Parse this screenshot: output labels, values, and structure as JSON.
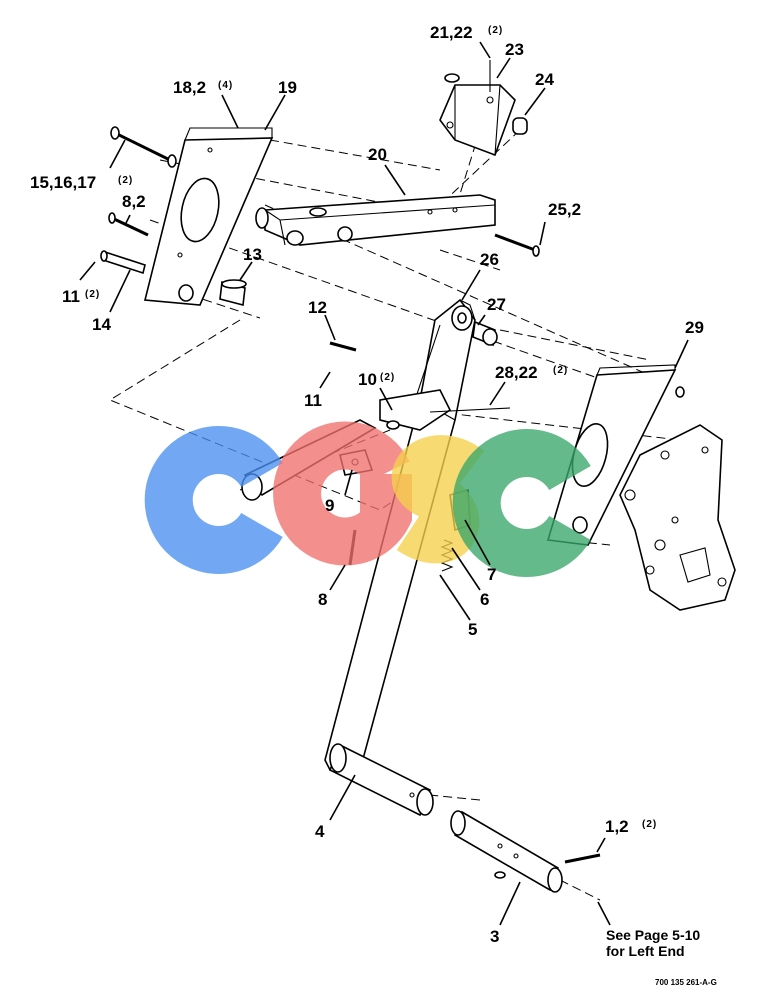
{
  "callouts": {
    "c1": "21,22",
    "c1q": "(2)",
    "c2": "23",
    "c3": "24",
    "c4": "18,2",
    "c4q": "(4)",
    "c5": "19",
    "c6": "20",
    "c7": "15,16,17",
    "c7q": "(2)",
    "c8": "8,2",
    "c9": "25,2",
    "c10": "13",
    "c11": "26",
    "c12": "11",
    "c12q": "(2)",
    "c13": "14",
    "c14": "12",
    "c15": "27",
    "c16": "29",
    "c17": "10",
    "c17q": "(2)",
    "c18": "28,22",
    "c18q": "(2)",
    "c19": "11",
    "c20": "9",
    "c21": "7",
    "c22": "8",
    "c23": "6",
    "c24": "5",
    "c25": "4",
    "c26": "1,2",
    "c26q": "(2)",
    "c27": "3"
  },
  "reference_note": {
    "line1": "See Page 5-10",
    "line2": "for Left End"
  },
  "drawing_code": "700 135 261-A-G",
  "watermark": {
    "letters": [
      "C",
      "G",
      "S",
      "C"
    ],
    "colors": [
      "#4a8ef0",
      "#ef6f6c",
      "#f5d04a",
      "#3aa66a"
    ]
  }
}
